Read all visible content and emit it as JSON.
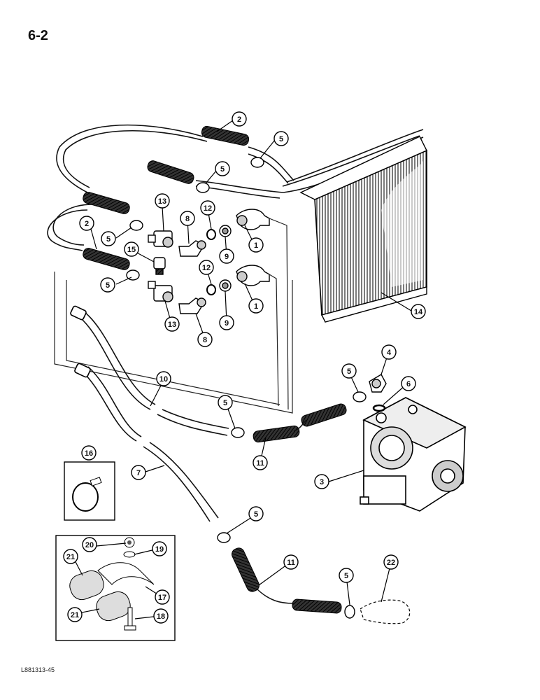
{
  "page": {
    "number": "6-2",
    "reference_code": "L881313-45"
  },
  "callouts": [
    {
      "label": "2"
    },
    {
      "label": "5"
    },
    {
      "label": "5"
    },
    {
      "label": "13"
    },
    {
      "label": "12"
    },
    {
      "label": "8"
    },
    {
      "label": "2"
    },
    {
      "label": "5"
    },
    {
      "label": "9"
    },
    {
      "label": "1"
    },
    {
      "label": "15"
    },
    {
      "label": "12"
    },
    {
      "label": "5"
    },
    {
      "label": "1"
    },
    {
      "label": "13"
    },
    {
      "label": "9"
    },
    {
      "label": "8"
    },
    {
      "label": "14"
    },
    {
      "label": "4"
    },
    {
      "label": "5"
    },
    {
      "label": "6"
    },
    {
      "label": "10"
    },
    {
      "label": "5"
    },
    {
      "label": "16"
    },
    {
      "label": "11"
    },
    {
      "label": "7"
    },
    {
      "label": "3"
    },
    {
      "label": "5"
    },
    {
      "label": "20"
    },
    {
      "label": "19"
    },
    {
      "label": "11"
    },
    {
      "label": "21"
    },
    {
      "label": "22"
    },
    {
      "label": "5"
    },
    {
      "label": "17"
    },
    {
      "label": "21"
    },
    {
      "label": "18"
    }
  ]
}
